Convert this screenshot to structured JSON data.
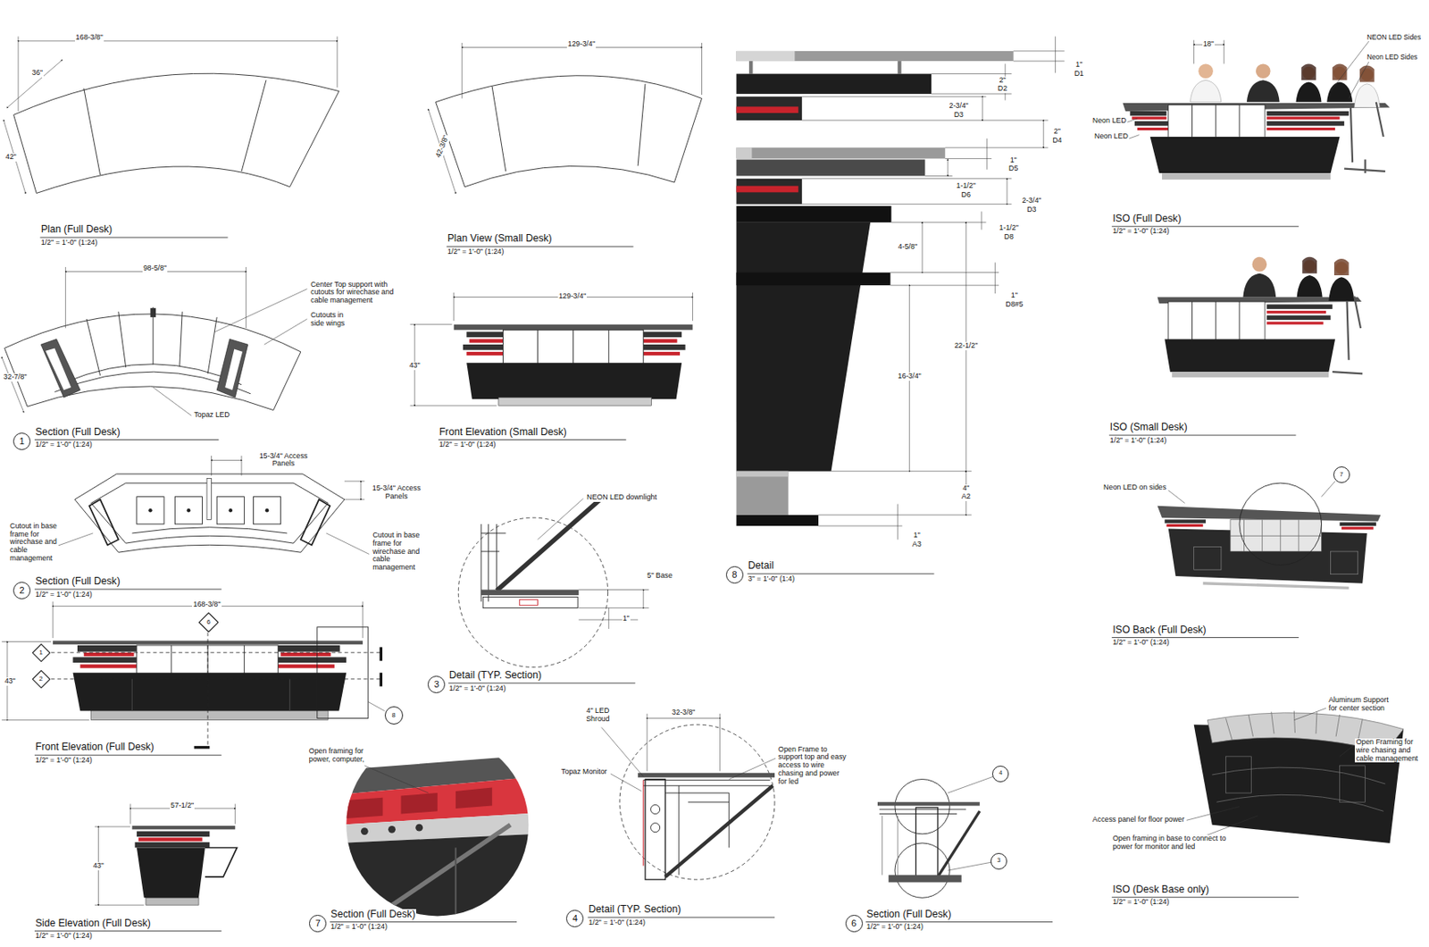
{
  "diagram": {
    "nodes": [
      {
        "text": [
          "1"
        ]
      },
      {
        "text": [
          "2"
        ]
      },
      {
        "text": [
          "6"
        ]
      },
      {
        "text": [
          "1"
        ]
      },
      {
        "text": [
          "2"
        ]
      },
      {
        "text": [
          "8"
        ]
      },
      {
        "text": [
          "3"
        ]
      },
      {
        "text": [
          "8"
        ]
      },
      {
        "text": [
          "7"
        ]
      },
      {
        "text": [
          "4"
        ]
      },
      {
        "text": [
          "3"
        ]
      },
      {
        "text": [
          "7"
        ]
      },
      {
        "text": [
          "4"
        ]
      },
      {
        "text": [
          "6"
        ]
      }
    ],
    "labels": [
      "168-3/8\"",
      "36\"",
      "42\"",
      "Plan (Full Desk)",
      "1/2\" = 1'-0\" (1:24)",
      "129-3/4\"",
      "42-3/8\"",
      "Plan View (Small Desk)",
      "1/2\" = 1'-0\" (1:24)",
      "98-5/8\"",
      "Center Top support with cutouts for wirechase and cable management",
      "Cutouts in side wings",
      "32-7/8\"",
      "Topaz LED",
      "Section (Full Desk)",
      "1/2\" = 1'-0\" (1:24)",
      "15-3/4\" Access Panels",
      "15-3/4\" Access Panels",
      "Cutout in base frame for wirechase and cable management",
      "Cutout in base frame for wirechase and cable management",
      "Section (Full Desk)",
      "1/2\" = 1'-0\" (1:24)",
      "168-3/8\"",
      "43\"",
      "Front Elevation (Full Desk)",
      "1/2\" = 1'-0\" (1:24)",
      "129-3/4\"",
      "43\"",
      "Front Elevation (Small Desk)",
      "1/2\" = 1'-0\" (1:24)",
      "NEON LED downlight",
      "5\" Base",
      "1\"",
      "Detail (TYP. Section)",
      "1/2\" = 1'-0\" (1:24)",
      "1\"",
      "D1",
      "2\"",
      "D2",
      "2-3/4\"",
      "D3",
      "2\"",
      "D4",
      "1\"",
      "D5",
      "1-1/2\"",
      "D6",
      "2-3/4\"",
      "D3",
      "1-1/2\"",
      "D8",
      "4-5/8\"",
      "1\"",
      "D8#5",
      "22-1/2\"",
      "16-3/4\"",
      "4\"",
      "A2",
      "1\"",
      "A3",
      "Detail",
      "3\" = 1'-0\" (1:4)",
      "18\"",
      "NEON LED Sides",
      "Neon LED Sides",
      "Neon LED",
      "Neon LED",
      "ISO (Full Desk)",
      "1/2\" = 1'-0\" (1:24)",
      "ISO (Small Desk)",
      "1/2\" = 1'-0\" (1:24)",
      "Neon LED on sides",
      "ISO Back (Full Desk)",
      "1/2\" = 1'-0\" (1:24)",
      "Aluminum Support for center section",
      "Open Framing for wire chasing and cable management",
      "Access panel for floor power",
      "Open framing in base to connect to power for monitor and led",
      "ISO (Desk Base only)",
      "1/2\" = 1'-0\" (1:24)",
      "57-1/2\"",
      "43\"",
      "Side Elevation (Full Desk)",
      "1/2\" = 1'-0\" (1:24)",
      "Open framing for power, computer,",
      "Section (Full Desk)",
      "1/2\" = 1'-0\" (1:24)",
      "4\" LED Shroud",
      "32-3/8\"",
      "Topaz Monitor",
      "Open Frame to support top and easy access to wire chasing and power for led",
      "Detail (TYP. Section)",
      "1/2\" = 1'-0\" (1:24)",
      "Section (Full Desk)",
      "1/2\" = 1'-0\" (1:24)"
    ]
  }
}
